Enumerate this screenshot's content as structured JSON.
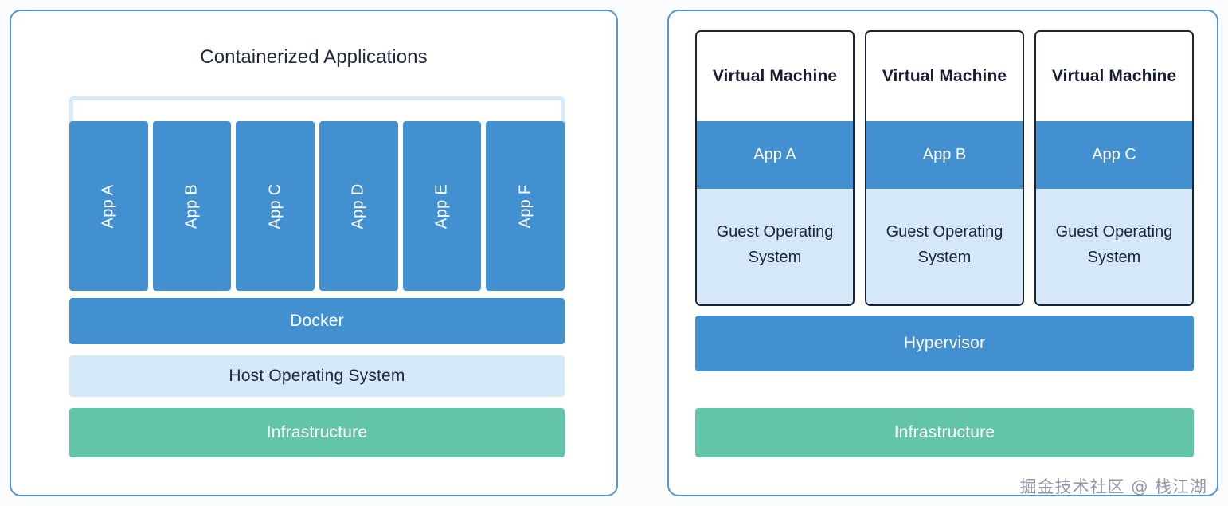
{
  "diagram": {
    "background_color": "#fbfcfd",
    "panel_border_color": "#5596d1",
    "colors": {
      "app_blue": "#4290cf",
      "light_blue": "#d4e8f8",
      "frame_blue": "#d8eaf9",
      "green": "#62c4a9",
      "dark_navy": "#1a2334",
      "title_text": "#20293f"
    }
  },
  "left_panel": {
    "title": "Containerized Applications",
    "apps": [
      {
        "label": "App A"
      },
      {
        "label": "App B"
      },
      {
        "label": "App C"
      },
      {
        "label": "App D"
      },
      {
        "label": "App E"
      },
      {
        "label": "App F"
      }
    ],
    "layers": [
      {
        "label": "Docker",
        "style": "blue"
      },
      {
        "label": "Host Operating System",
        "style": "light-blue"
      },
      {
        "label": "Infrastructure",
        "style": "green"
      }
    ],
    "docker_label": "Docker",
    "host_os_label": "Host Operating System",
    "infrastructure_label": "Infrastructure"
  },
  "right_panel": {
    "vms": [
      {
        "title": "Virtual Machine",
        "app": "App A",
        "guest_os": "Guest Operating System"
      },
      {
        "title": "Virtual Machine",
        "app": "App B",
        "guest_os": "Guest Operating System"
      },
      {
        "title": "Virtual Machine",
        "app": "App C",
        "guest_os": "Guest Operating System"
      }
    ],
    "hypervisor_label": "Hypervisor",
    "infrastructure_label": "Infrastructure"
  },
  "watermark": {
    "text": "掘金技术社区 @ 栈江湖"
  }
}
